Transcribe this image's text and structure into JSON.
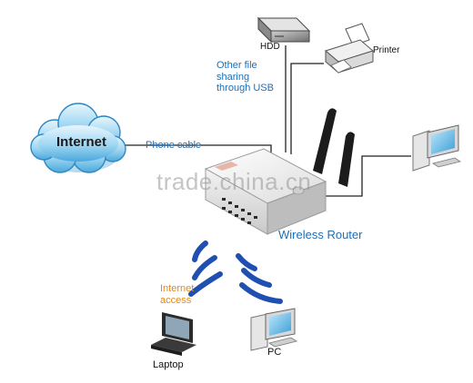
{
  "labels": {
    "hdd": "HDD",
    "printer": "Printer",
    "usb_lines": [
      "Other file",
      "sharing",
      "through USB"
    ],
    "phone_cable": "Phone cable",
    "internet": "Internet",
    "router": "Wireless Router",
    "internet_access_lines": [
      "Internet",
      "access"
    ],
    "laptop": "Laptop",
    "pc": "PC",
    "watermark": "trade.china.cn"
  },
  "colors": {
    "label_blue": "#1e6fb6",
    "label_orange": "#e08a1a",
    "wave_blue": "#1f4fb0",
    "cloud_blue": "#7cc6ec",
    "line": "#222222"
  },
  "icons": [
    "hdd-icon",
    "printer-icon",
    "cloud-icon",
    "router-icon",
    "antenna-icon",
    "desktop-pc-icon",
    "laptop-icon",
    "wifi-wave-icon"
  ]
}
